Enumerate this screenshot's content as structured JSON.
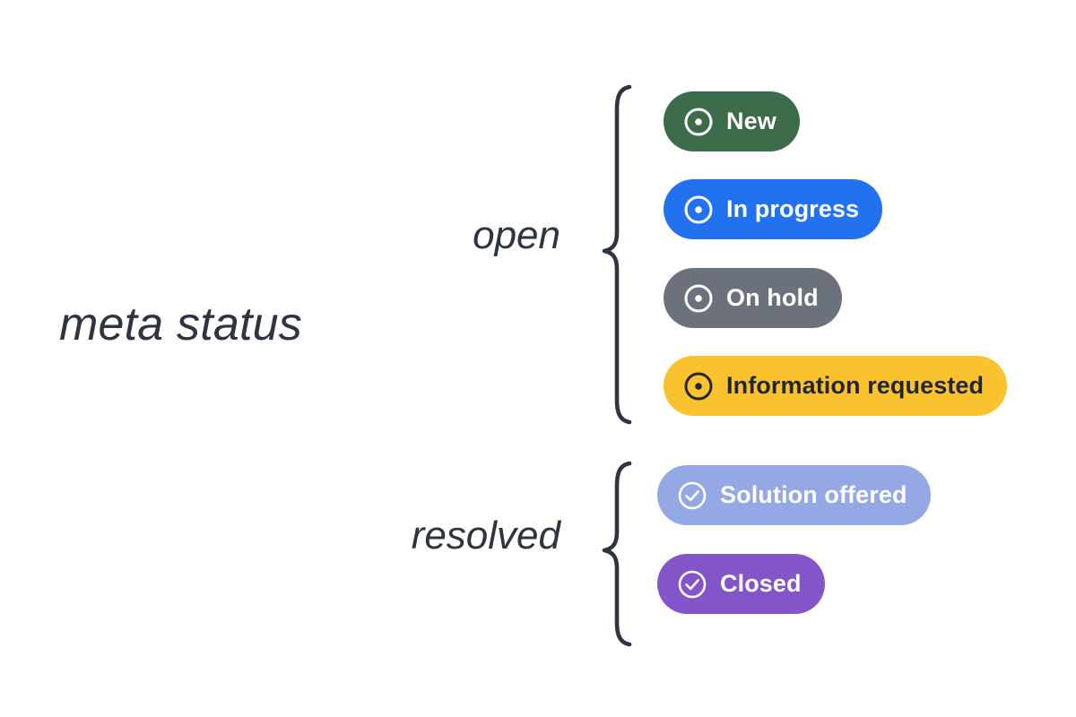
{
  "diagram": {
    "root_label": "meta status",
    "groups": [
      {
        "id": "open",
        "label": "open",
        "brace": "curly-brace-left",
        "statuses": [
          {
            "label": "New",
            "icon": "dot-circle-icon",
            "bg_color": "#3C6B4A",
            "text_color": "#FFFFFF"
          },
          {
            "label": "In progress",
            "icon": "dot-circle-icon",
            "bg_color": "#2272F0",
            "text_color": "#FFFFFF"
          },
          {
            "label": "On hold",
            "icon": "dot-circle-icon",
            "bg_color": "#6C727C",
            "text_color": "#FFFFFF"
          },
          {
            "label": "Information requested",
            "icon": "dot-circle-icon",
            "bg_color": "#F9C22E",
            "text_color": "#23262B"
          }
        ]
      },
      {
        "id": "resolved",
        "label": "resolved",
        "brace": "curly-brace-left",
        "statuses": [
          {
            "label": "Solution offered",
            "icon": "check-circle-icon",
            "bg_color": "#93A8E4",
            "text_color": "#FFFFFF"
          },
          {
            "label": "Closed",
            "icon": "check-circle-icon",
            "bg_color": "#8355C8",
            "text_color": "#FFFFFF"
          }
        ]
      }
    ],
    "colors": {
      "background": "#FFFFFF",
      "label_text": "#2E3440",
      "brace_stroke": "#2E3440"
    }
  }
}
